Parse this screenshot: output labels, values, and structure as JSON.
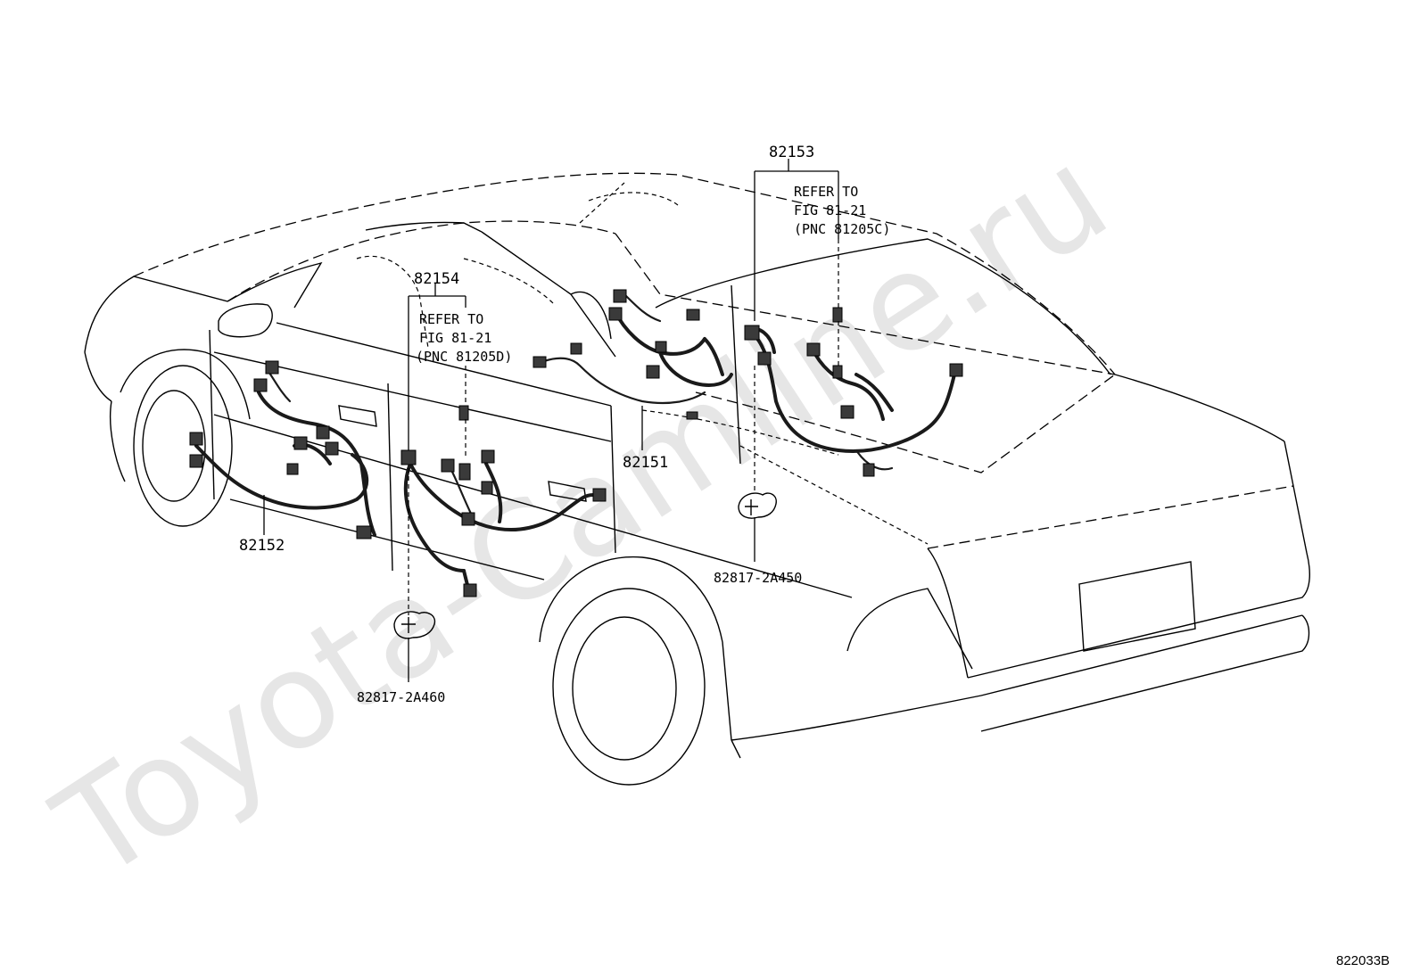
{
  "watermark": "Toyota-Camline.ru",
  "labels": {
    "p82153": "82153",
    "p82154": "82154",
    "p82151": "82151",
    "p82152": "82152",
    "clip_right": "82817-2A450",
    "clip_left": "82817-2A460"
  },
  "refer_right": {
    "line1": "REFER TO",
    "line2": "FIG 81-21",
    "line3": "(PNC 81205C)"
  },
  "refer_left": {
    "line1": "REFER TO",
    "line2": "FIG 81-21",
    "line3": "(PNC 81205D)"
  },
  "figure_code": "822033B"
}
